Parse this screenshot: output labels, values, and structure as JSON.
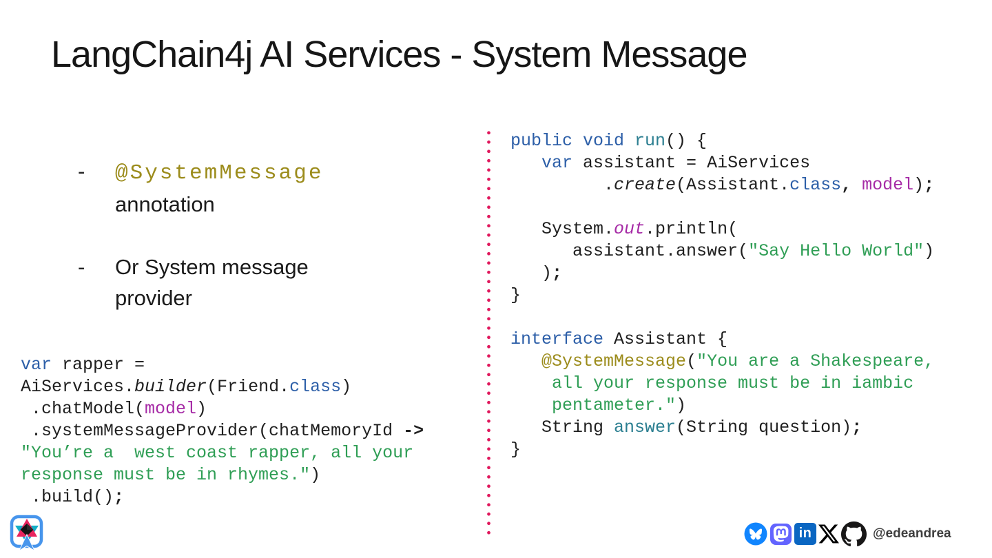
{
  "slide": {
    "title": "LangChain4j AI Services - System Message"
  },
  "bullets": [
    {
      "marker": "-",
      "code": "@SystemMessage",
      "text": "annotation"
    },
    {
      "marker": "-",
      "text": "Or System message provider"
    }
  ],
  "code_left": [
    [
      {
        "t": "var",
        "c": "kw"
      },
      {
        "t": " rapper ="
      }
    ],
    [
      {
        "t": "AiServices."
      },
      {
        "t": "builder",
        "c": "it"
      },
      {
        "t": "(Friend."
      },
      {
        "t": "class",
        "c": "kw"
      },
      {
        "t": ")"
      }
    ],
    [
      {
        "t": " .chatModel("
      },
      {
        "t": "model",
        "c": "lit"
      },
      {
        "t": ")"
      }
    ],
    [
      {
        "t": " .systemMessageProvider(chatMemoryId "
      },
      {
        "t": "->",
        "c": "b"
      }
    ],
    [
      {
        "t": "\"You’re a  west coast rapper, all your",
        "c": "str"
      }
    ],
    [
      {
        "t": "response must be in rhymes.\"",
        "c": "str"
      },
      {
        "t": ")"
      }
    ],
    [
      {
        "t": " .build()"
      },
      {
        "t": ";",
        "c": "b"
      }
    ]
  ],
  "code_right": [
    [
      {
        "t": "public void ",
        "c": "kw"
      },
      {
        "t": "run",
        "c": "fn"
      },
      {
        "t": "() {"
      }
    ],
    [
      {
        "t": "   "
      },
      {
        "t": "var",
        "c": "kw"
      },
      {
        "t": " assistant = AiServices"
      }
    ],
    [
      {
        "t": "         ."
      },
      {
        "t": "create",
        "c": "it"
      },
      {
        "t": "(Assistant."
      },
      {
        "t": "class",
        "c": "kw"
      },
      {
        "t": ",",
        "c": "b"
      },
      {
        "t": " "
      },
      {
        "t": "model",
        "c": "lit"
      },
      {
        "t": ")"
      },
      {
        "t": ";",
        "c": "b"
      }
    ],
    [],
    [
      {
        "t": "   System."
      },
      {
        "t": "out",
        "c": "itm"
      },
      {
        "t": ".println("
      }
    ],
    [
      {
        "t": "      assistant.answer("
      },
      {
        "t": "\"Say Hello World\"",
        "c": "str"
      },
      {
        "t": ")"
      }
    ],
    [
      {
        "t": "   )"
      },
      {
        "t": ";",
        "c": "b"
      }
    ],
    [
      {
        "t": "}"
      }
    ],
    [],
    [
      {
        "t": "interface",
        "c": "kw"
      },
      {
        "t": " Assistant {"
      }
    ],
    [
      {
        "t": "   "
      },
      {
        "t": "@SystemMessage",
        "c": "ann"
      },
      {
        "t": "("
      },
      {
        "t": "\"You are a Shakespeare,",
        "c": "str"
      }
    ],
    [
      {
        "t": "    all your response must be in iambic",
        "c": "str"
      }
    ],
    [
      {
        "t": "    pentameter.\"",
        "c": "str"
      },
      {
        "t": ")"
      }
    ],
    [
      {
        "t": "   String "
      },
      {
        "t": "answer",
        "c": "fn"
      },
      {
        "t": "(String question)"
      },
      {
        "t": ";",
        "c": "b"
      }
    ],
    [
      {
        "t": "}"
      }
    ]
  ],
  "social": {
    "handle": "@edeandrea",
    "linkedin_label": "in",
    "icons": [
      "bluesky-icon",
      "mastodon-icon",
      "linkedin-icon",
      "x-icon",
      "github-icon"
    ]
  },
  "colors": {
    "separator_dots": "#e0175c",
    "keyword": "#2d5fa8",
    "method": "#2c7f91",
    "string": "#2f9e55",
    "literal": "#a62ba6",
    "annotation": "#9c8c1c",
    "bluesky": "#1185fe",
    "mastodon": "#6364ff",
    "linkedin": "#0a66c2"
  }
}
